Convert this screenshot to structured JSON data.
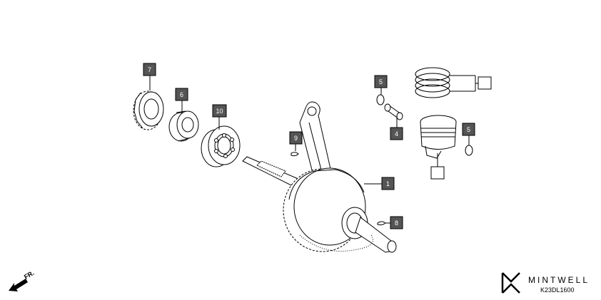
{
  "callouts": {
    "c1": "1",
    "c4": "4",
    "c5a": "5",
    "c5b": "5",
    "c6": "6",
    "c7": "7",
    "c8": "8",
    "c9": "9",
    "c10": "10"
  },
  "direction_label": "FR.",
  "brand": "MINTWELL",
  "diagram_code": "K23DL1600",
  "colors": {
    "callout_fill": "#555555",
    "line": "#000000"
  }
}
